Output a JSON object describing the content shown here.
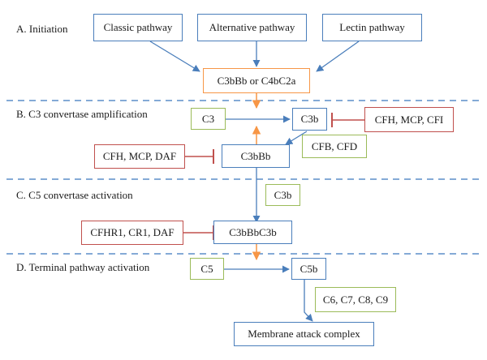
{
  "sections": [
    {
      "label": "A. Initiation"
    },
    {
      "label": "B. C3 convertase amplification"
    },
    {
      "label": "C. C5 convertase activation"
    },
    {
      "label": "D. Terminal pathway activation"
    }
  ],
  "boxes": {
    "classic": "Classic pathway",
    "alternative": "Alternative pathway",
    "lectin": "Lectin pathway",
    "convertase_initial": "C3bBb or C4bC2a",
    "c3": "C3",
    "c3b": "C3b",
    "inhibitors_c3b": "CFH, MCP, CFI",
    "factors": "CFB, CFD",
    "inhibitors_c3bbb": "CFH, MCP, DAF",
    "c3bbb": "C3bBb",
    "c3b_input": "C3b",
    "inhibitors_c5conv": "CFHR1, CR1, DAF",
    "c3bbbc3b": "C3bBbC3b",
    "c5": "C5",
    "c5b": "C5b",
    "late_components": "C6, C7, C8, C9",
    "mac": "Membrane attack complex"
  },
  "colors": {
    "blue": "#4a7ebb",
    "orange": "#f79646",
    "green": "#9bbb59",
    "red": "#c0504d",
    "dashed": "#5b8dc9"
  }
}
